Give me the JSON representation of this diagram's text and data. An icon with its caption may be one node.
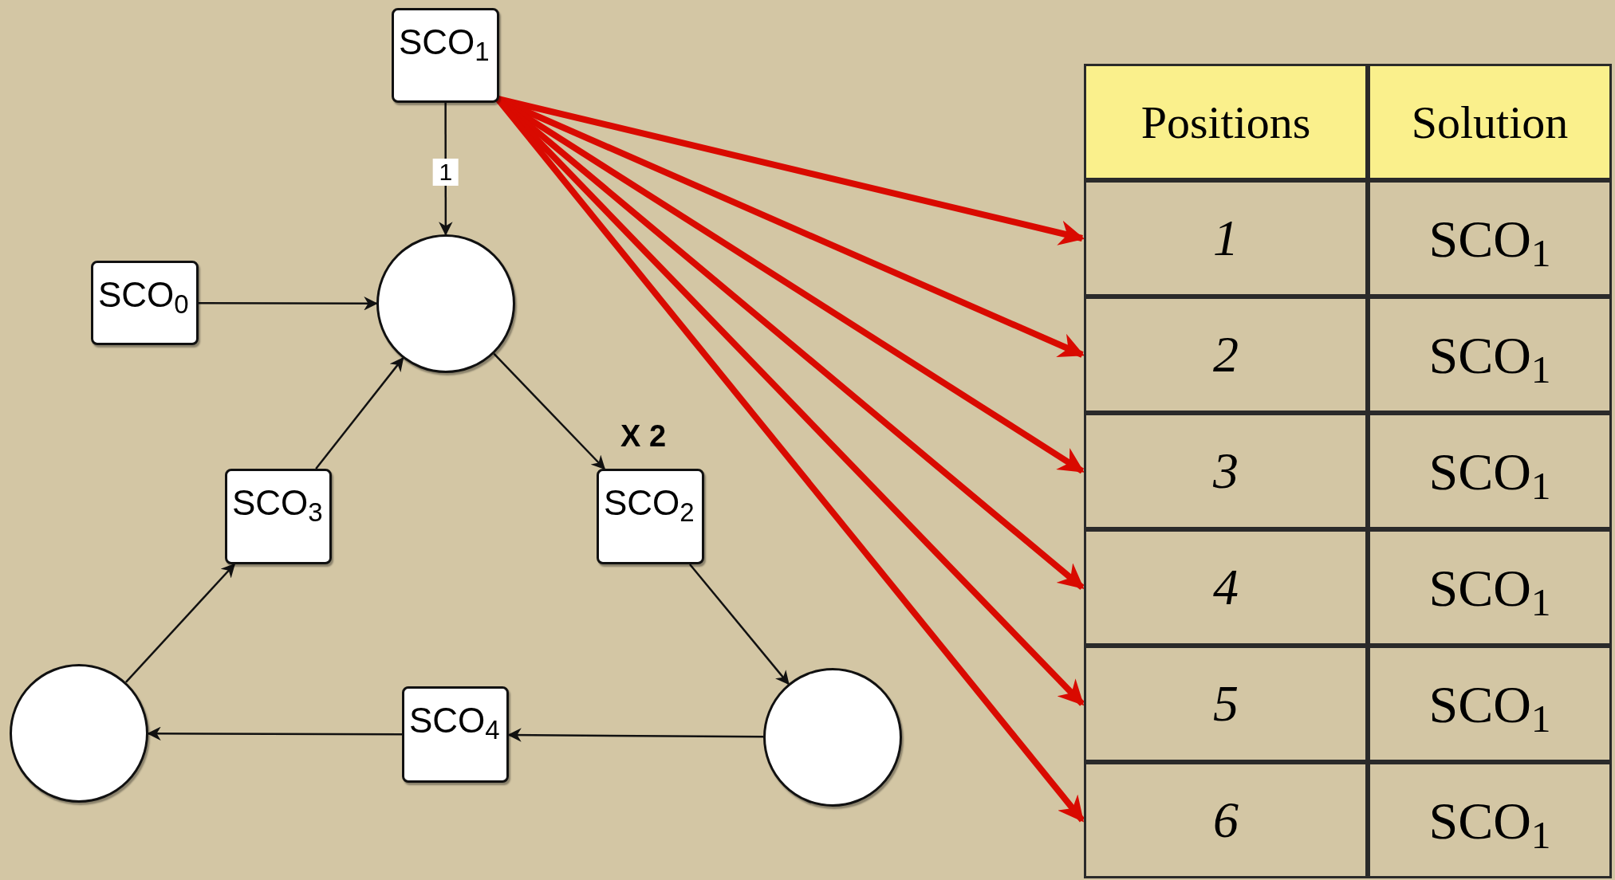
{
  "diagram": {
    "nodes": [
      {
        "text": [
          "SCO$_{1}$"
        ]
      },
      {
        "text": [],
        "shape": "circle"
      },
      {
        "text": [
          "SCO$_{0}$"
        ]
      },
      {
        "text": [
          "SCO$_{3}$"
        ]
      },
      {
        "text": [
          "SCO$_{2}$"
        ],
        "beside": [
          "X 2"
        ]
      },
      {
        "text": [],
        "shape": "circle"
      },
      {
        "text": [
          "SCO$_{4}$"
        ]
      },
      {
        "text": [],
        "shape": "circle"
      },
      {
        "text": [
          "1"
        ]
      },
      {
        "text": [
          "2"
        ]
      },
      {
        "text": [
          "3"
        ]
      },
      {
        "text": [
          "4"
        ]
      },
      {
        "text": [
          "5"
        ]
      },
      {
        "text": [
          "6"
        ]
      }
    ],
    "edges": [
      {
        "from": 0,
        "to": 1,
        "arrow": "to",
        "label": "1"
      },
      {
        "from": 2,
        "to": 1,
        "arrow": "to"
      },
      {
        "from": 1,
        "to": 4,
        "arrow": "to"
      },
      {
        "from": 4,
        "to": 7,
        "arrow": "to"
      },
      {
        "from": 7,
        "to": 6,
        "arrow": "to"
      },
      {
        "from": 6,
        "to": 5,
        "arrow": "to"
      },
      {
        "from": 5,
        "to": 3,
        "arrow": "to"
      },
      {
        "from": 3,
        "to": 1,
        "arrow": "to"
      },
      {
        "from": 0,
        "to": 8,
        "arrow": "to",
        "style": "thick",
        "color": "#d90a00"
      },
      {
        "from": 0,
        "to": 9,
        "arrow": "to",
        "style": "thick",
        "color": "#d90a00"
      },
      {
        "from": 0,
        "to": 10,
        "arrow": "to",
        "style": "thick",
        "color": "#d90a00"
      },
      {
        "from": 0,
        "to": 11,
        "arrow": "to",
        "style": "thick",
        "color": "#d90a00"
      },
      {
        "from": 0,
        "to": 12,
        "arrow": "to",
        "style": "thick",
        "color": "#d90a00"
      },
      {
        "from": 0,
        "to": 13,
        "arrow": "to",
        "style": "thick",
        "color": "#d90a00"
      }
    ],
    "labels": [
      "Positions",
      "Solution",
      "SCO$_{1}$",
      "SCO$_{1}$",
      "SCO$_{1}$",
      "SCO$_{1}$",
      "SCO$_{1}$",
      "SCO$_{1}$"
    ]
  }
}
